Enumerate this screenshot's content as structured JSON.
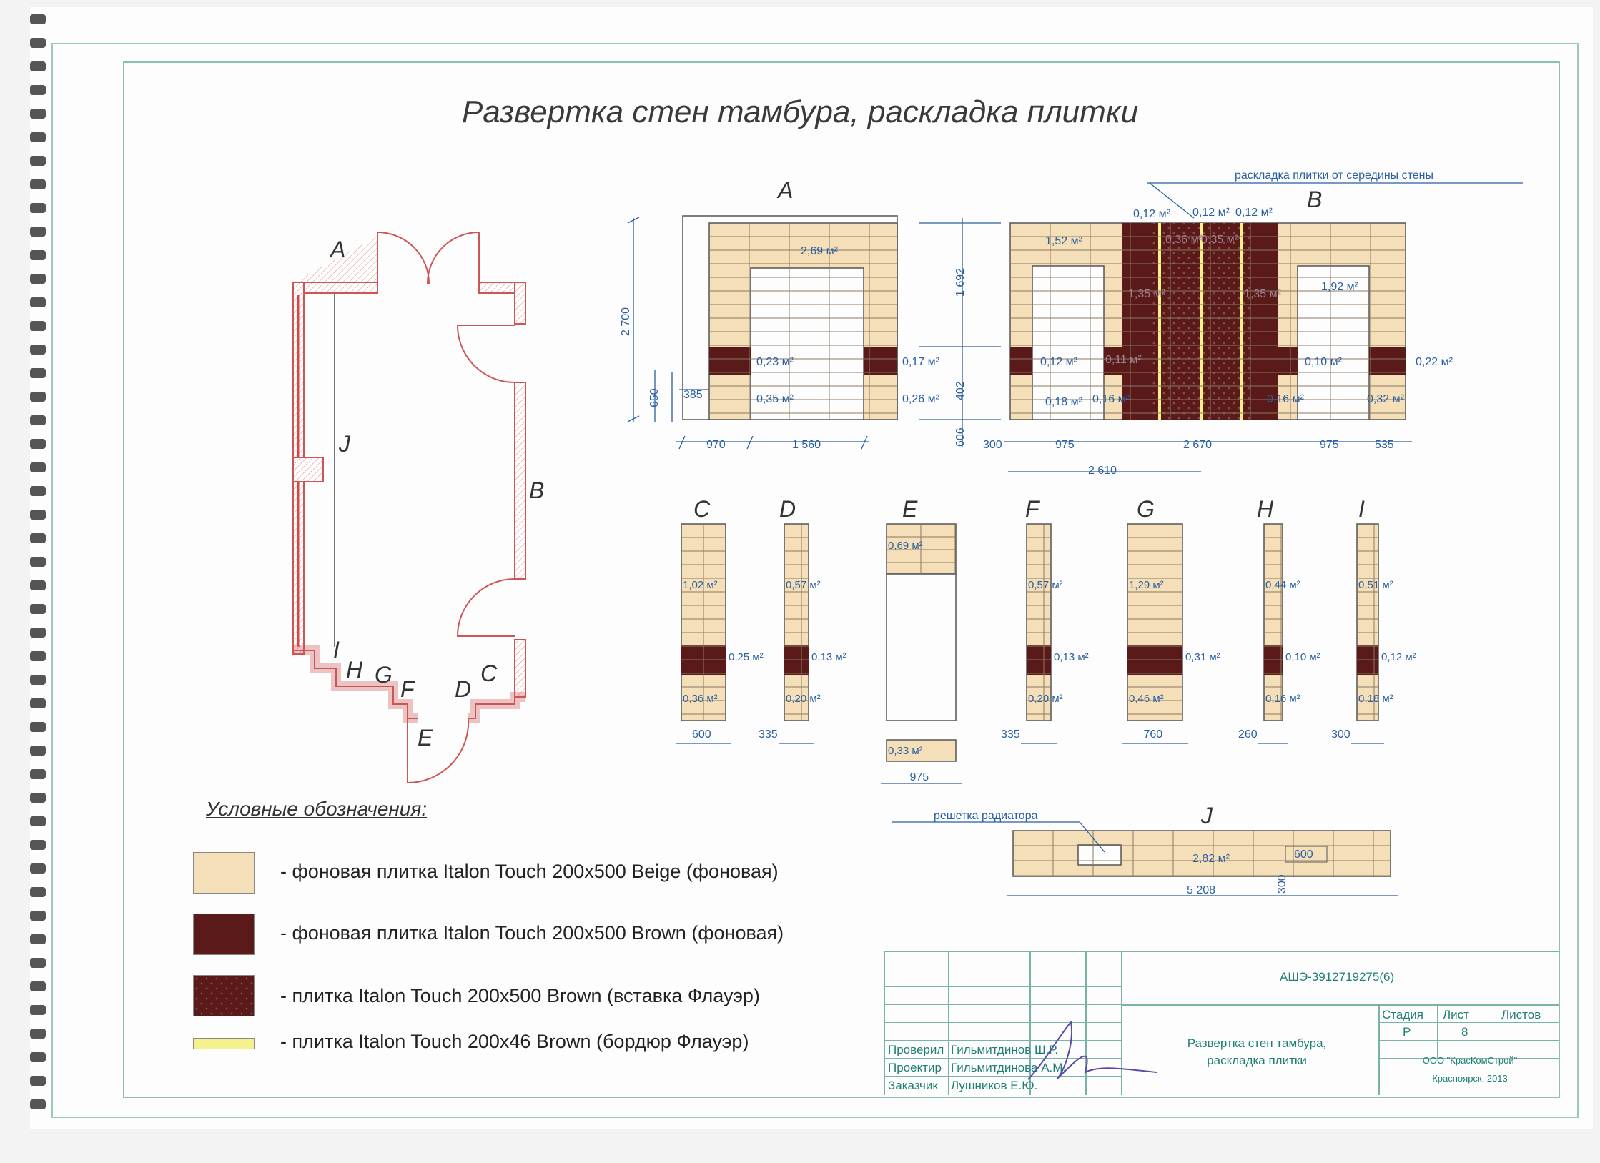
{
  "title": "Развертка стен тамбура, раскладка плитки",
  "note": "раскладка плитки от середины стены",
  "walls": {
    "A": "A",
    "B": "B",
    "C": "C",
    "D": "D",
    "E": "E",
    "F": "F",
    "G": "G",
    "H": "H",
    "I": "I",
    "J": "J"
  },
  "plan_labels": [
    "A",
    "B",
    "J",
    "I",
    "H",
    "G",
    "F",
    "D",
    "C",
    "E"
  ],
  "wall_a": {
    "areas": [
      "2,69 м²",
      "0,23 м²",
      "0,17 м²",
      "0,35 м²",
      "0,26 м²"
    ],
    "dims": [
      "2 700",
      "650",
      "385",
      "970",
      "1 560"
    ]
  },
  "wall_b": {
    "areas": [
      "0,12 м²",
      "0,12 м²",
      "0,12 м²",
      "1,52 м²",
      "0,36 м²",
      "0,35 м²",
      "1,92 м²",
      "1,35 м²",
      "1,35 м²",
      "0,12 м²",
      "0,11 м²",
      "0,10 м²",
      "0,22 м²",
      "0,18 м²",
      "0,16 м²",
      "0,16 м²",
      "0,32 м²"
    ],
    "dims": [
      "1 692",
      "402",
      "606",
      "300",
      "975",
      "2 670",
      "975",
      "535",
      "2 610"
    ]
  },
  "small_walls": [
    {
      "id": "C",
      "areas": [
        "1,02 м²",
        "0,25 м²",
        "0,36 м²"
      ],
      "dim": "600"
    },
    {
      "id": "D",
      "areas": [
        "0,57 м²",
        "0,13 м²",
        "0,20 м²"
      ],
      "dim": "335"
    },
    {
      "id": "E",
      "areas": [
        "0,69 м²",
        "0,33 м²"
      ],
      "dim": "975"
    },
    {
      "id": "F",
      "areas": [
        "0,57 м²",
        "0,13 м²",
        "0,20 м²"
      ],
      "dim": "335"
    },
    {
      "id": "G",
      "areas": [
        "1,29 м²",
        "0,31 м²",
        "0,46 м²"
      ],
      "dim": "760"
    },
    {
      "id": "H",
      "areas": [
        "0,44 м²",
        "0,10 м²",
        "0,16 м²"
      ],
      "dim": "260"
    },
    {
      "id": "I",
      "areas": [
        "0,51 м²",
        "0,12 м²",
        "0,18 м²"
      ],
      "dim": "300"
    }
  ],
  "wall_j": {
    "label": "J",
    "note": "решетка радиатора",
    "area": "2,82 м²",
    "dims": [
      "600",
      "300",
      "5 208"
    ]
  },
  "legend": {
    "title": "Условные обозначения:",
    "items": [
      {
        "text": "- фоновая плитка Italon Touch 200x500 Beige (фоновая)",
        "color": "#f5dfb8"
      },
      {
        "text": "- фоновая плитка Italon Touch 200x500 Brown (фоновая)",
        "color": "#5a1a1a"
      },
      {
        "text": "- плитка Italon Touch 200x500 Brown (вставка Флауэр)",
        "color": "#5a1a1a"
      },
      {
        "text": "- плитка Italon Touch 200x46 Brown (бордюр Флауэр)",
        "color": "#f4f28a"
      }
    ]
  },
  "stamp": {
    "code": "АШЭ-3912719275(6)",
    "stage_label": "Стадия",
    "sheet_label": "Лист",
    "sheets_label": "Листов",
    "stage": "Р",
    "sheet": "8",
    "description": "Развертка стен тамбура, раскладка плитки",
    "company": "ООО \"КрасКомСтрой\"",
    "city": "Красноярск, 2013",
    "rows": [
      {
        "role": "Проверил",
        "name": "Гильмитдинов Ш.Р."
      },
      {
        "role": "Проектир",
        "name": "Гильмитдинова А.М."
      },
      {
        "role": "Заказчик",
        "name": "Лушников Е.Ю."
      }
    ]
  },
  "colors": {
    "beige": "#f5dfb8",
    "brown": "#5a1a1a",
    "border": "#f4f28a",
    "dim": "#2a5fa0",
    "frame": "#8cc0b3"
  }
}
